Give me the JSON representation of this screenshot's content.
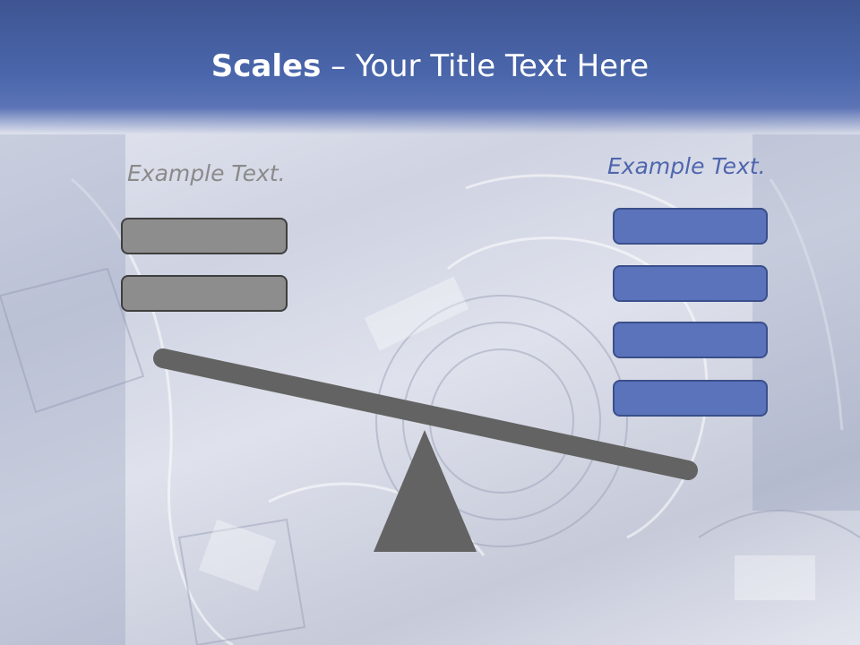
{
  "slide": {
    "title_bold": "Scales",
    "title_rest": " – Your Title Text Here",
    "left_label": "Example Text.",
    "right_label": "Example Text."
  },
  "colors": {
    "header_blue": "#4a66ab",
    "left_box_fill": "#8d8d8d",
    "right_box_fill": "#5a73bb",
    "beam": "#636363",
    "fulcrum": "#636363",
    "right_label_text": "#4f66ae",
    "left_label_text": "#8a8a8a"
  },
  "left_boxes": 2,
  "right_boxes": 4
}
